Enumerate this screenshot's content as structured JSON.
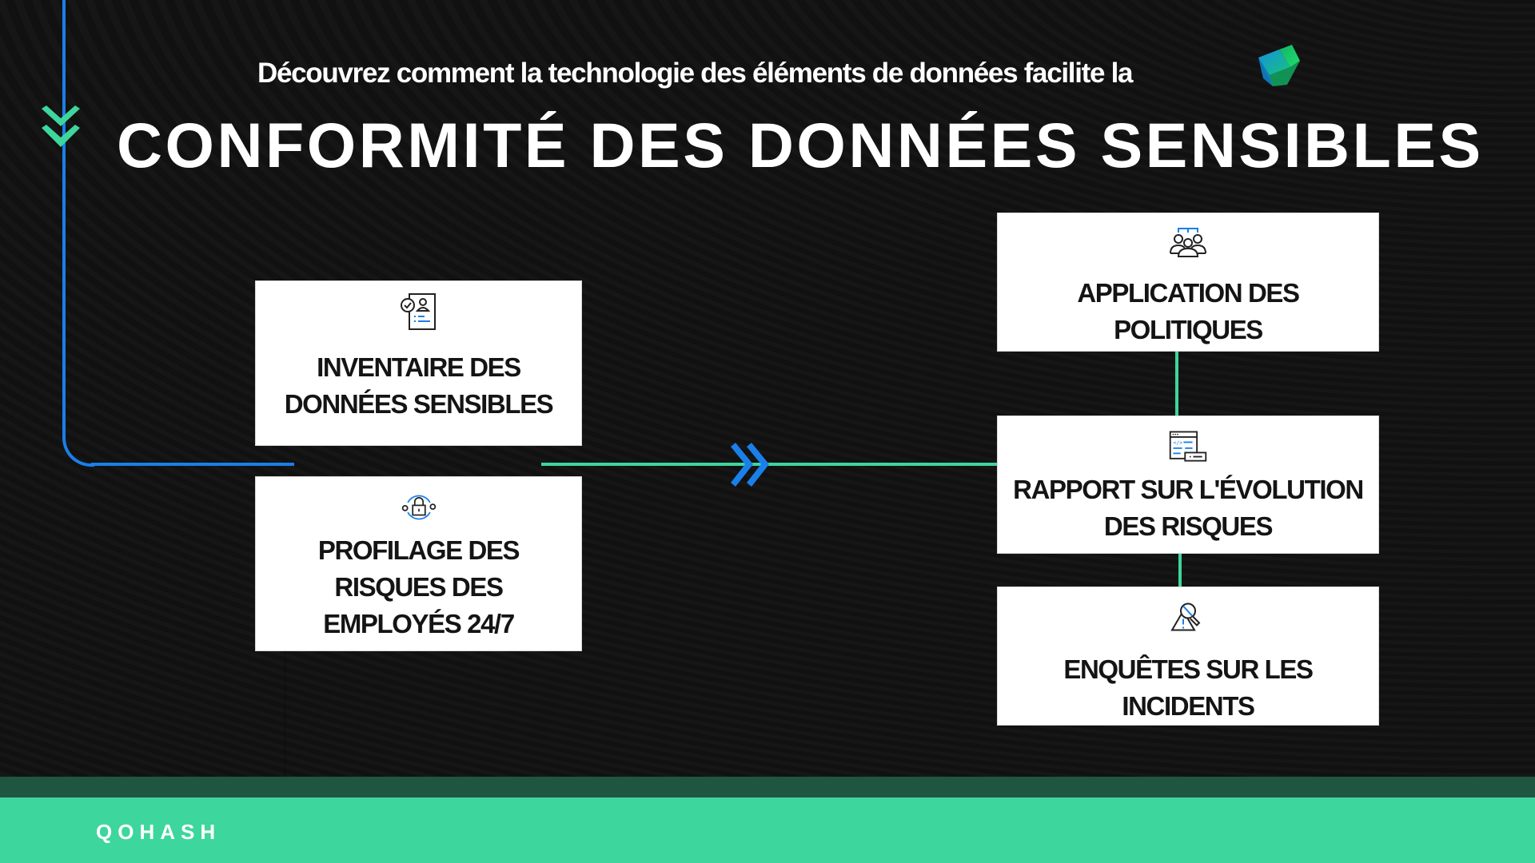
{
  "header": {
    "subtitle": "Découvrez comment la technologie des éléments de données facilite la",
    "title": "CONFORMITÉ DES DONNÉES SENSIBLES"
  },
  "icons": {
    "top_left": "double-chevron-down-icon",
    "middle": "double-chevron-right-icon",
    "header_logo": "data-cube-icon"
  },
  "left_cards": [
    {
      "label": "INVENTAIRE DES DONNÉES SENSIBLES",
      "line1": "INVENTAIRE DES",
      "line2": "DONNÉES SENSIBLES",
      "icon": "document-profile-check-icon"
    },
    {
      "label": "PROFILAGE DES RISQUES DES EMPLOYÉS 24/7",
      "line1": "PROFILAGE DES",
      "line2": "RISQUES DES",
      "line3": "EMPLOYÉS 24/7",
      "icon": "lock-cycle-icon"
    }
  ],
  "right_cards": [
    {
      "label": "APPLICATION DES POLITIQUES",
      "line1": "APPLICATION DES",
      "line2": "POLITIQUES",
      "icon": "team-hierarchy-icon"
    },
    {
      "label": "RAPPORT SUR L'ÉVOLUTION DES RISQUES",
      "line1": "RAPPORT SUR L'ÉVOLUTION",
      "line2": "DES RISQUES",
      "icon": "code-window-report-icon"
    },
    {
      "label": "ENQUÊTES SUR LES INCIDENTS",
      "line1": "ENQUÊTES SUR LES",
      "line2": "INCIDENTS",
      "icon": "warning-magnifier-icon"
    }
  ],
  "footer": {
    "logo": "QOHASH"
  },
  "colors": {
    "background": "#111111",
    "accent_blue": "#1A7FE8",
    "accent_green": "#3DD69C",
    "footer_dark_green": "#1F5642",
    "card_bg": "#FFFFFF",
    "card_text": "#141414"
  }
}
